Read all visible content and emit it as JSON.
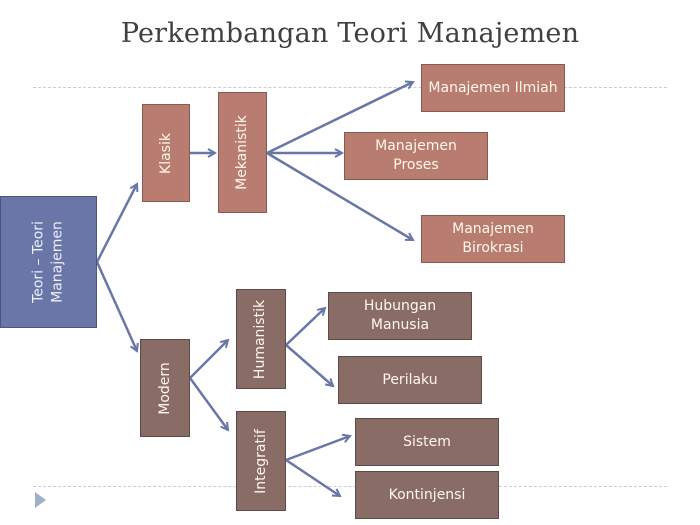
{
  "title": "Perkembangan Teori Manajemen",
  "nodes": {
    "root": "Teori – Teori Manajemen",
    "klasik": "Klasik",
    "mekanistik": "Mekanistik",
    "ilmiah": "Manajemen Ilmiah",
    "proses": "Manajemen Proses",
    "birokrasi": "Manajemen Birokrasi",
    "modern": "Modern",
    "humanistik": "Humanistik",
    "integratif": "Integratif",
    "hubungan": "Hubungan Manusia",
    "perilaku": "Perilaku",
    "sistem": "Sistem",
    "kontinjensi": "Kontinjensi"
  },
  "colors": {
    "classic_box": "#b87d70",
    "modern_box": "#8a6c66",
    "root_box": "#6a76a8",
    "arrow": "#6a76a8"
  },
  "nav": {
    "next_icon": "play-triangle-icon"
  }
}
